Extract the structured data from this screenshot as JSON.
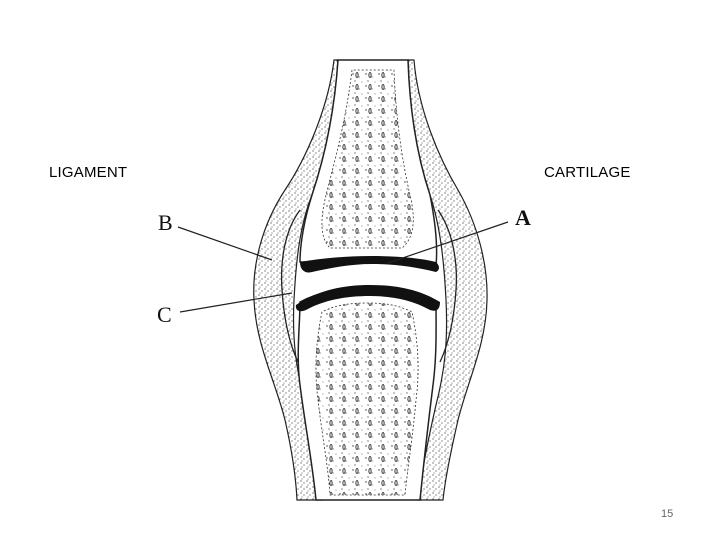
{
  "slide": {
    "labels": {
      "ligament": "LIGAMENT",
      "cartilage": "CARTILAGE"
    },
    "letters": {
      "a": "A",
      "b": "B",
      "c": "C"
    },
    "page_number": "15"
  },
  "colors": {
    "ink": "#111111",
    "background": "#ffffff"
  }
}
